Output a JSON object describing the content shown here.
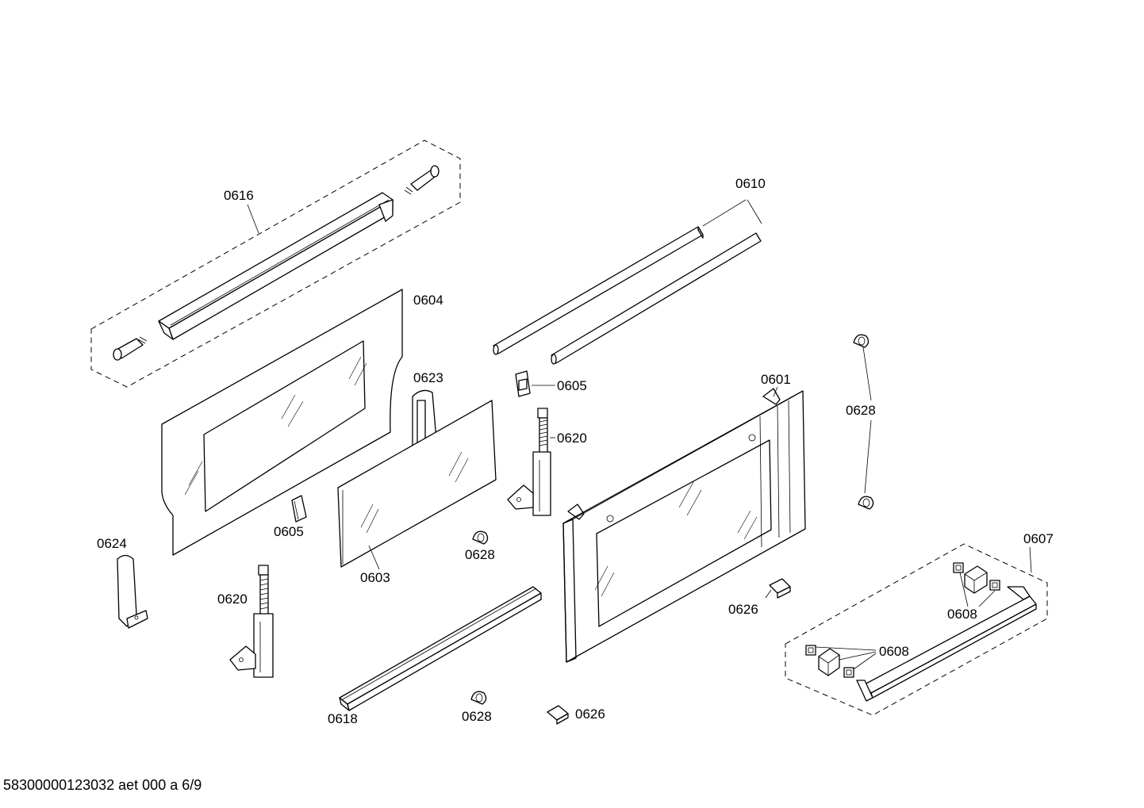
{
  "labels": {
    "l0616": "0616",
    "l0604": "0604",
    "l0610": "0610",
    "l0623": "0623",
    "l0605a": "0605",
    "l0605b": "0605",
    "l0620a": "0620",
    "l0620b": "0620",
    "l0601": "0601",
    "l0628a": "0628",
    "l0628b": "0628",
    "l0628c": "0628",
    "l0624": "0624",
    "l0603": "0603",
    "l0607": "0607",
    "l0626a": "0626",
    "l0626b": "0626",
    "l0608a": "0608",
    "l0608b": "0608",
    "l0618": "0618"
  },
  "footer": "58300000123032 aet 000 a 6/9"
}
